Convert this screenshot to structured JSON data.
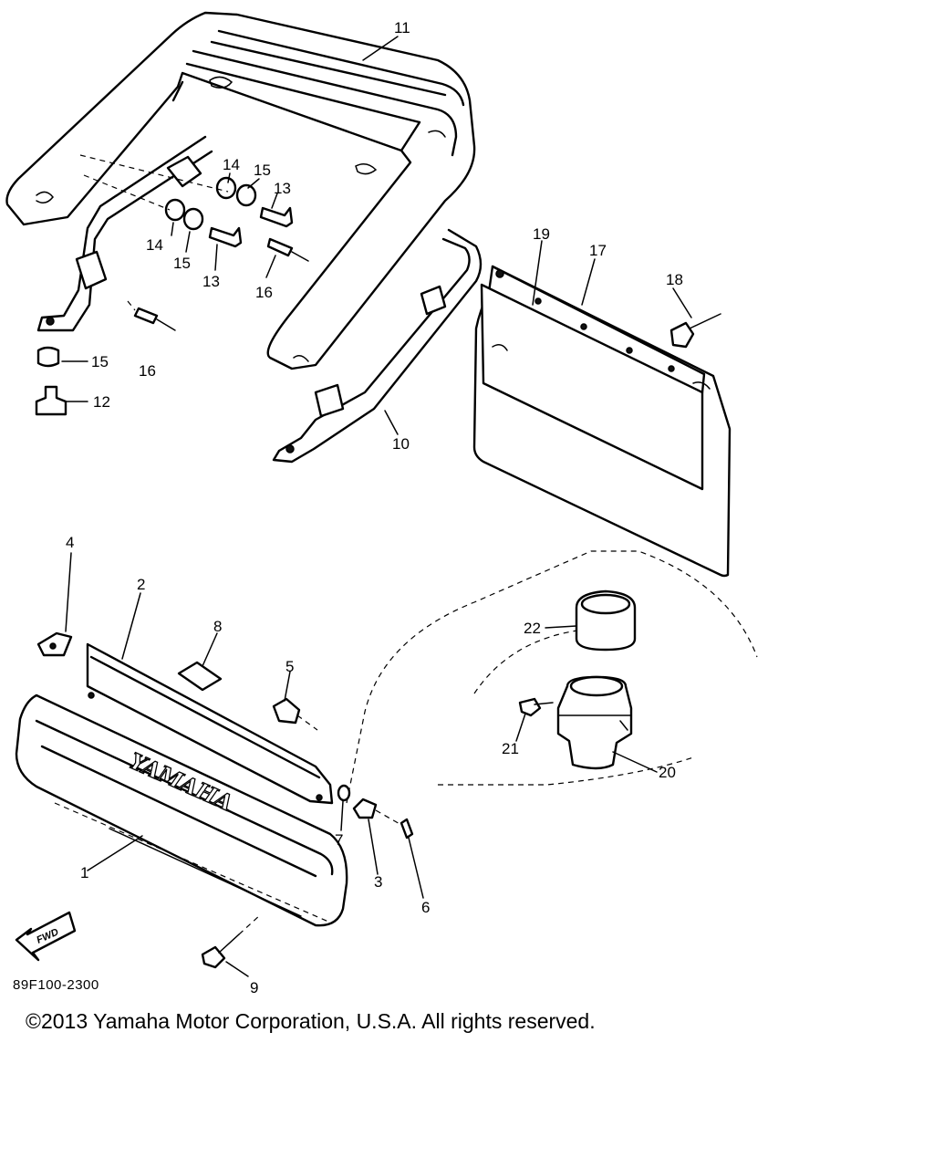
{
  "diagram": {
    "drawing_code": "89F100-2300",
    "brand_mark": "YAMAHA",
    "fwd_label": "FWD",
    "callouts": [
      "11",
      "14",
      "15",
      "13",
      "14",
      "15",
      "13",
      "16",
      "16",
      "15",
      "12",
      "19",
      "17",
      "18",
      "10",
      "4",
      "2",
      "8",
      "5",
      "22",
      "21",
      "20",
      "7",
      "3",
      "6",
      "1",
      "9"
    ]
  },
  "footer": {
    "copyright": "©2013 Yamaha Motor Corporation, U.S.A. All rights reserved."
  }
}
